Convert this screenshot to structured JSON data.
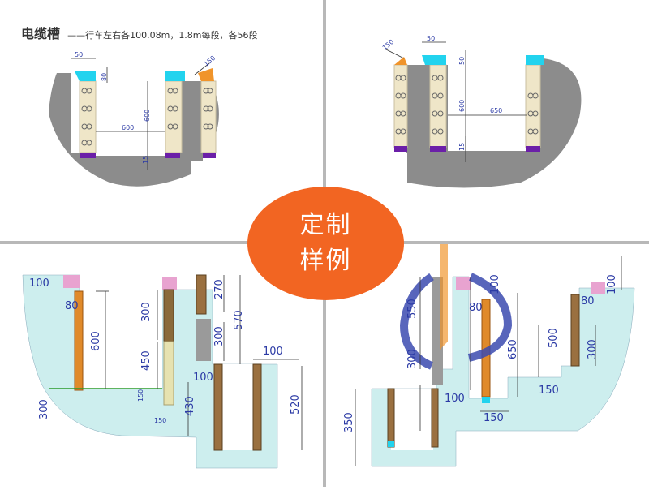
{
  "caption": {
    "title": "电缆槽",
    "desc": "——行车左右各100.08m，1.8m每段，各56段"
  },
  "badge": {
    "line1": "定制",
    "line2": "样例"
  },
  "panel_tl": {
    "d50": "50",
    "d80": "80",
    "d150": "150",
    "d600w": "600",
    "d600h": "600",
    "d15": "15"
  },
  "panel_tr": {
    "d150": "150",
    "d50": "50",
    "d50b": "50",
    "d600": "600",
    "d650": "650",
    "d15": "15"
  },
  "panel_bl": {
    "d100a": "100",
    "d80": "80",
    "d600": "600",
    "d300a": "300",
    "d450": "450",
    "d150a": "150",
    "d150b": "150",
    "d300b": "300",
    "d270": "270",
    "d570": "570",
    "d300c": "300",
    "d100b": "100",
    "d100c": "100",
    "d430": "430",
    "d520": "520"
  },
  "panel_br": {
    "d550": "550",
    "d300a": "300",
    "d80a": "80",
    "d100a": "100",
    "d650": "650",
    "d500": "500",
    "d300b": "300",
    "d100b": "100",
    "d80b": "80",
    "d150a": "150",
    "d100c": "100",
    "d150b": "150",
    "d350": "350"
  },
  "colors": {
    "badge": "#f26522",
    "concrete": "#8c8c8c",
    "water": "#cdeeee",
    "cyan": "#22d3ee",
    "purple": "#6b1fa8",
    "pink": "#e8a3d0",
    "orange": "#f0942b"
  }
}
